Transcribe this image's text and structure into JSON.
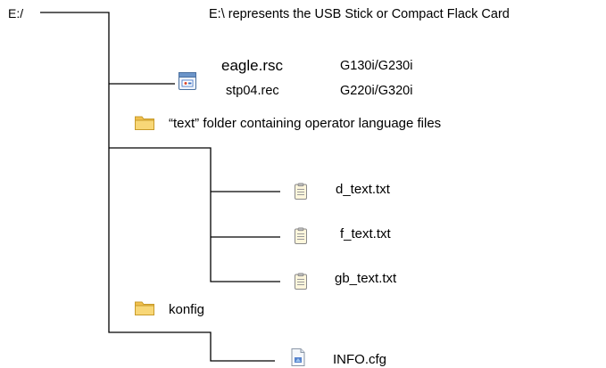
{
  "root": {
    "label": "E:/"
  },
  "note": "E:\\ represents the USB Stick or Compact Flack Card",
  "resource_group": {
    "icon": "resource-file-icon",
    "files": [
      {
        "name": "eagle.rsc",
        "model": "G130i/G230i"
      },
      {
        "name": "stp04.rec",
        "model": "G220i/G320i"
      }
    ]
  },
  "text_folder": {
    "icon": "folder-icon",
    "label": "“text” folder containing operator language files",
    "files": [
      {
        "name": "d_text.txt",
        "icon": "text-file-icon"
      },
      {
        "name": "f_text.txt",
        "icon": "text-file-icon"
      },
      {
        "name": "gb_text.txt",
        "icon": "text-file-icon"
      }
    ]
  },
  "konfig_folder": {
    "icon": "folder-icon",
    "label": "konfig",
    "files": [
      {
        "name": "INFO.cfg",
        "icon": "config-file-icon"
      }
    ]
  },
  "colors": {
    "line": "#000000",
    "folder_fill": "#f4cf62",
    "folder_stroke": "#c89b2a",
    "page_blue": "#3a6fc4"
  }
}
